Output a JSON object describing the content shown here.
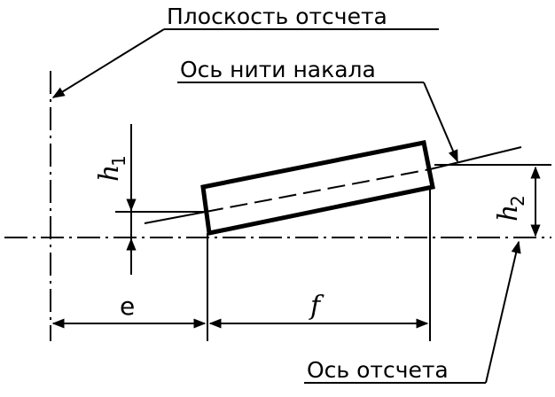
{
  "labels": {
    "reference_plane": "Плоскость отсчета",
    "filament_axis": "Ось нити накала",
    "reference_axis": "Ось отсчета"
  },
  "dimensions": {
    "h1_main": "h",
    "h1_sub": "1",
    "h2_main": "h",
    "h2_sub": "2",
    "e": "e",
    "f": "f"
  },
  "colors": {
    "ink": "#000000",
    "background": "#ffffff"
  }
}
